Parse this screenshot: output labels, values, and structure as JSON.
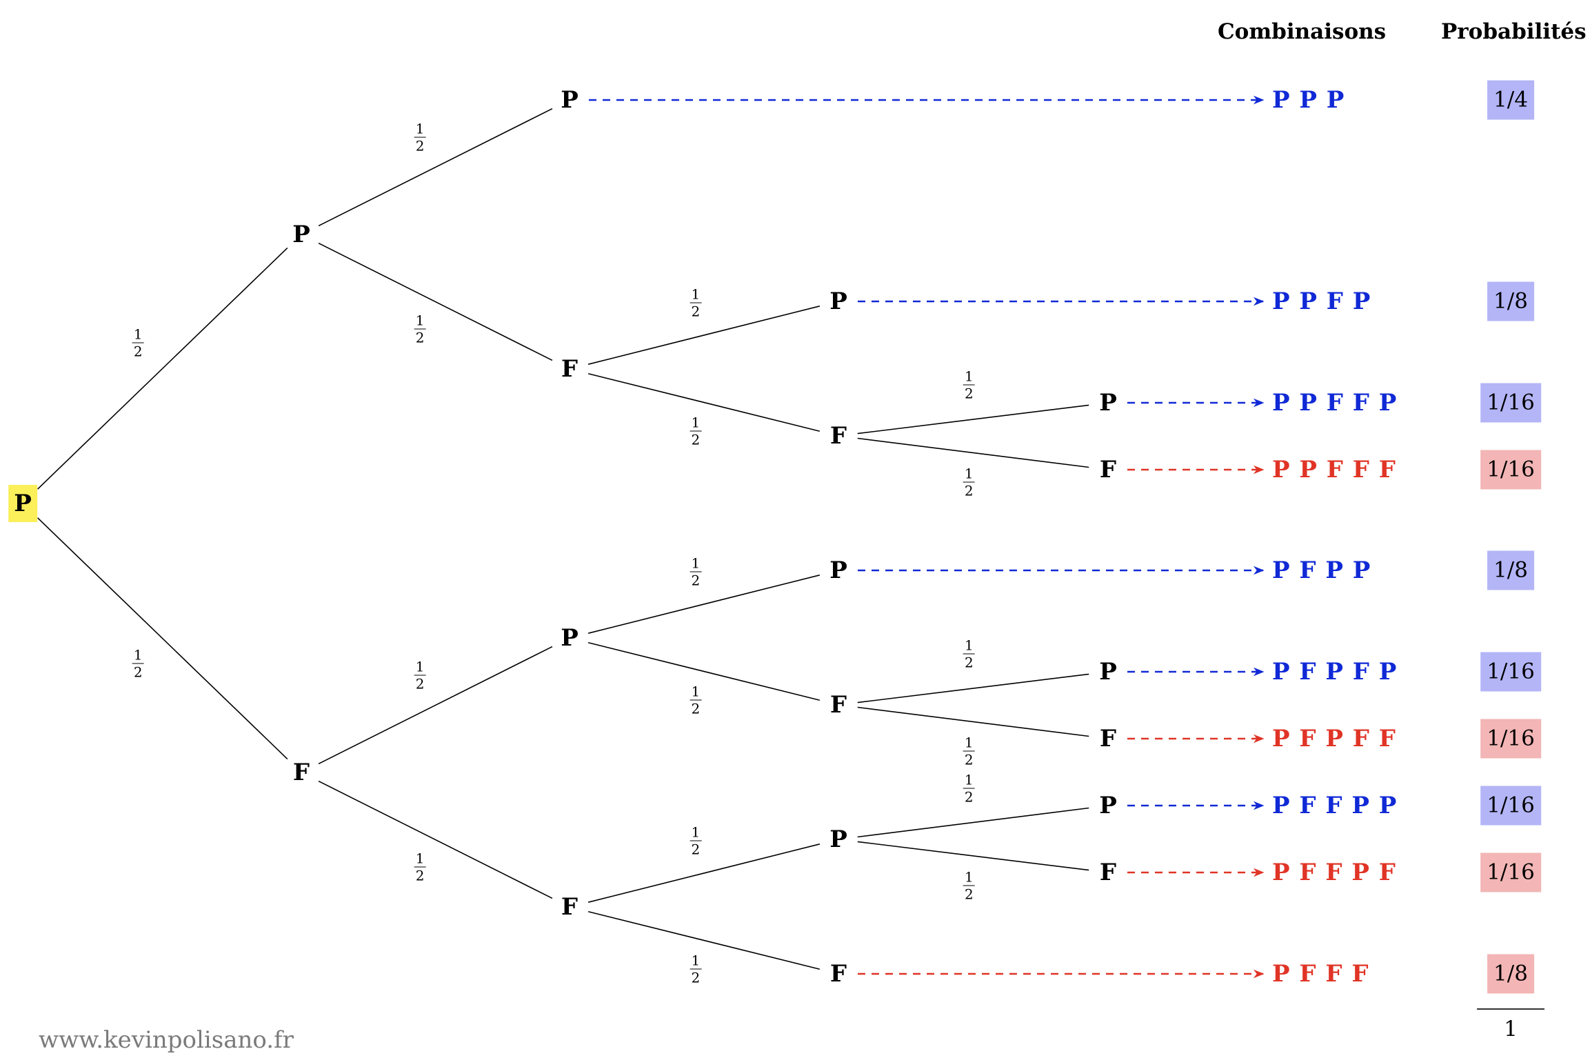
{
  "headers": {
    "combinations": "Combinaisons",
    "probabilities": "Probabilités"
  },
  "colors": {
    "success": "#1029d6",
    "failure": "#e03426",
    "success_box": "#b3b5f7",
    "failure_box": "#f3b5b5",
    "root_box": "#fbef5a",
    "edge": "#000000"
  },
  "tree": {
    "root": {
      "id": "r",
      "label": "P"
    },
    "nodes": [
      {
        "id": "a",
        "parent": "r",
        "label": "P",
        "edge_label": {
          "num": "1",
          "den": "2"
        }
      },
      {
        "id": "b",
        "parent": "r",
        "label": "F",
        "edge_label": {
          "num": "1",
          "den": "2"
        }
      },
      {
        "id": "aa",
        "parent": "a",
        "label": "P",
        "edge_label": {
          "num": "1",
          "den": "2"
        }
      },
      {
        "id": "ab",
        "parent": "a",
        "label": "F",
        "edge_label": {
          "num": "1",
          "den": "2"
        }
      },
      {
        "id": "ba",
        "parent": "b",
        "label": "P",
        "edge_label": {
          "num": "1",
          "den": "2"
        }
      },
      {
        "id": "bb",
        "parent": "b",
        "label": "F",
        "edge_label": {
          "num": "1",
          "den": "2"
        }
      },
      {
        "id": "aba",
        "parent": "ab",
        "label": "P",
        "edge_label": {
          "num": "1",
          "den": "2"
        }
      },
      {
        "id": "abb",
        "parent": "ab",
        "label": "F",
        "edge_label": {
          "num": "1",
          "den": "2"
        }
      },
      {
        "id": "baa",
        "parent": "ba",
        "label": "P",
        "edge_label": {
          "num": "1",
          "den": "2"
        }
      },
      {
        "id": "bab",
        "parent": "ba",
        "label": "F",
        "edge_label": {
          "num": "1",
          "den": "2"
        }
      },
      {
        "id": "bba",
        "parent": "bb",
        "label": "P",
        "edge_label": {
          "num": "1",
          "den": "2"
        }
      },
      {
        "id": "bbb",
        "parent": "bb",
        "label": "F",
        "edge_label": {
          "num": "1",
          "den": "2"
        }
      },
      {
        "id": "abba",
        "parent": "abb",
        "label": "P",
        "edge_label": {
          "num": "1",
          "den": "2"
        }
      },
      {
        "id": "abbb",
        "parent": "abb",
        "label": "F",
        "edge_label": {
          "num": "1",
          "den": "2"
        }
      },
      {
        "id": "baba",
        "parent": "bab",
        "label": "P",
        "edge_label": {
          "num": "1",
          "den": "2"
        }
      },
      {
        "id": "babb",
        "parent": "bab",
        "label": "F",
        "edge_label": {
          "num": "1",
          "den": "2"
        }
      },
      {
        "id": "bbaa",
        "parent": "bba",
        "label": "P",
        "edge_label": {
          "num": "1",
          "den": "2"
        }
      },
      {
        "id": "bbab",
        "parent": "bba",
        "label": "F",
        "edge_label": {
          "num": "1",
          "den": "2"
        }
      }
    ]
  },
  "outcomes": [
    {
      "leaf": "aa",
      "combination": "P P P",
      "probability": "1/4",
      "result": "success"
    },
    {
      "leaf": "aba",
      "combination": "P P F P",
      "probability": "1/8",
      "result": "success"
    },
    {
      "leaf": "abba",
      "combination": "P P F F P",
      "probability": "1/16",
      "result": "success"
    },
    {
      "leaf": "abbb",
      "combination": "P P F F F",
      "probability": "1/16",
      "result": "failure"
    },
    {
      "leaf": "baa",
      "combination": "P F P P",
      "probability": "1/8",
      "result": "success"
    },
    {
      "leaf": "baba",
      "combination": "P F P F P",
      "probability": "1/16",
      "result": "success"
    },
    {
      "leaf": "babb",
      "combination": "P F P F F",
      "probability": "1/16",
      "result": "failure"
    },
    {
      "leaf": "bbaa",
      "combination": "P F F P P",
      "probability": "1/16",
      "result": "success"
    },
    {
      "leaf": "bbab",
      "combination": "P F F P F",
      "probability": "1/16",
      "result": "failure"
    },
    {
      "leaf": "bbb",
      "combination": "P F F F",
      "probability": "1/8",
      "result": "failure"
    }
  ],
  "total": "1",
  "footer": "www.kevinpolisano.fr"
}
